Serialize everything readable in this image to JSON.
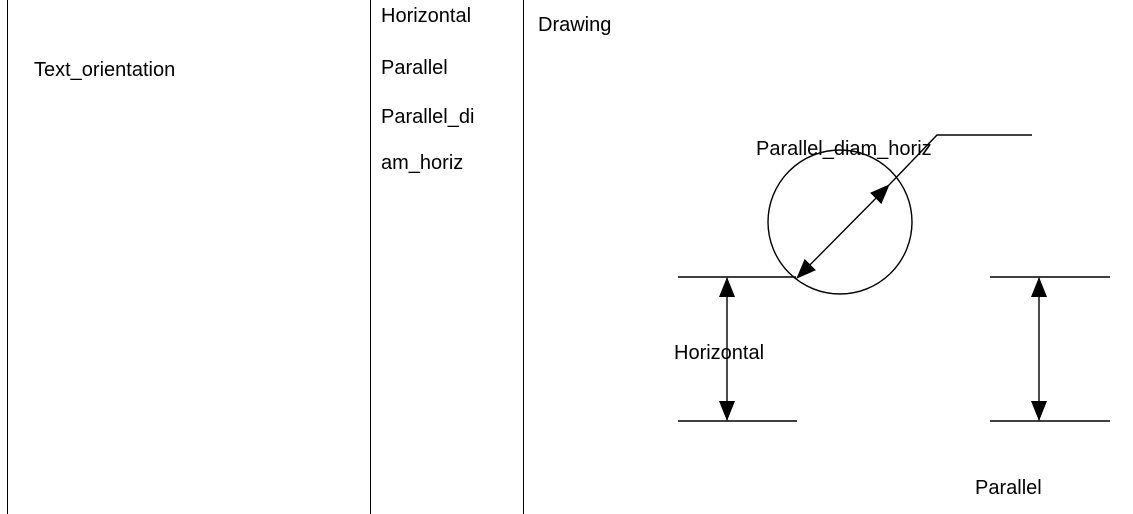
{
  "table": {
    "property": "Text_orientation",
    "values": [
      "Horizontal",
      "Parallel",
      "Parallel_di",
      "am_horiz"
    ],
    "drawing_header": "Drawing"
  },
  "drawing": {
    "labels": {
      "diameter": "Parallel_diam_horiz",
      "horizontal": "Horizontal",
      "parallel": "Parallel"
    }
  }
}
